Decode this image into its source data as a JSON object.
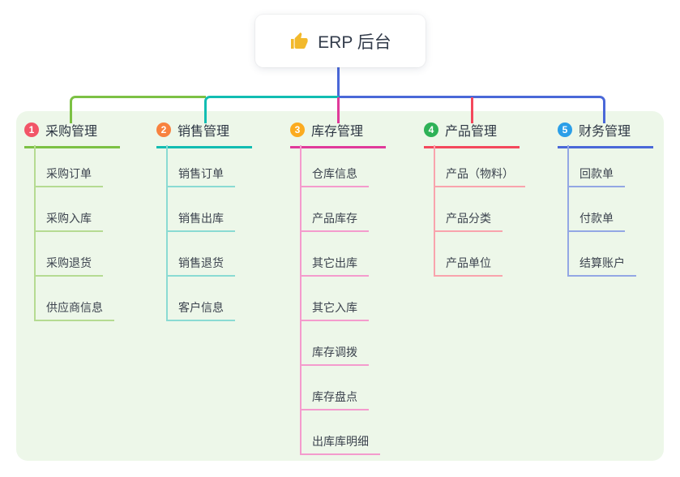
{
  "root": {
    "title": "ERP 后台",
    "icon": "thumbs-up"
  },
  "branches": [
    {
      "num": "1",
      "label": "采购管理",
      "color": "#7cc144",
      "light_color": "#b5db92",
      "badge_color": "#f25568",
      "children": [
        "采购订单",
        "采购入库",
        "采购退货",
        "供应商信息"
      ]
    },
    {
      "num": "2",
      "label": "销售管理",
      "color": "#12bdb2",
      "light_color": "#8adbd3",
      "badge_color": "#f8823f",
      "children": [
        "销售订单",
        "销售出库",
        "销售退货",
        "客户信息"
      ]
    },
    {
      "num": "3",
      "label": "库存管理",
      "color": "#e03a9a",
      "light_color": "#f49bcd",
      "badge_color": "#fbab20",
      "children": [
        "仓库信息",
        "产品库存",
        "其它出库",
        "其它入库",
        "库存调拨",
        "库存盘点",
        "出库库明细"
      ]
    },
    {
      "num": "4",
      "label": "产品管理",
      "color": "#f4485c",
      "light_color": "#f9a3ad",
      "badge_color": "#2eb257",
      "children": [
        "产品（物料）",
        "产品分类",
        "产品单位"
      ]
    },
    {
      "num": "5",
      "label": "财务管理",
      "color": "#4a68d8",
      "light_color": "#93a7e4",
      "badge_color": "#2b9fe8",
      "children": [
        "回款单",
        "付款单",
        "结算账户"
      ]
    }
  ],
  "colors": {
    "canvas_panel": "#edf7e9",
    "root_connector": "#4a68d8",
    "root_card_bg": "#ffffff",
    "thumb_icon": "#f2b92c",
    "text_primary": "#2e3744",
    "text_child": "#3c434e"
  }
}
